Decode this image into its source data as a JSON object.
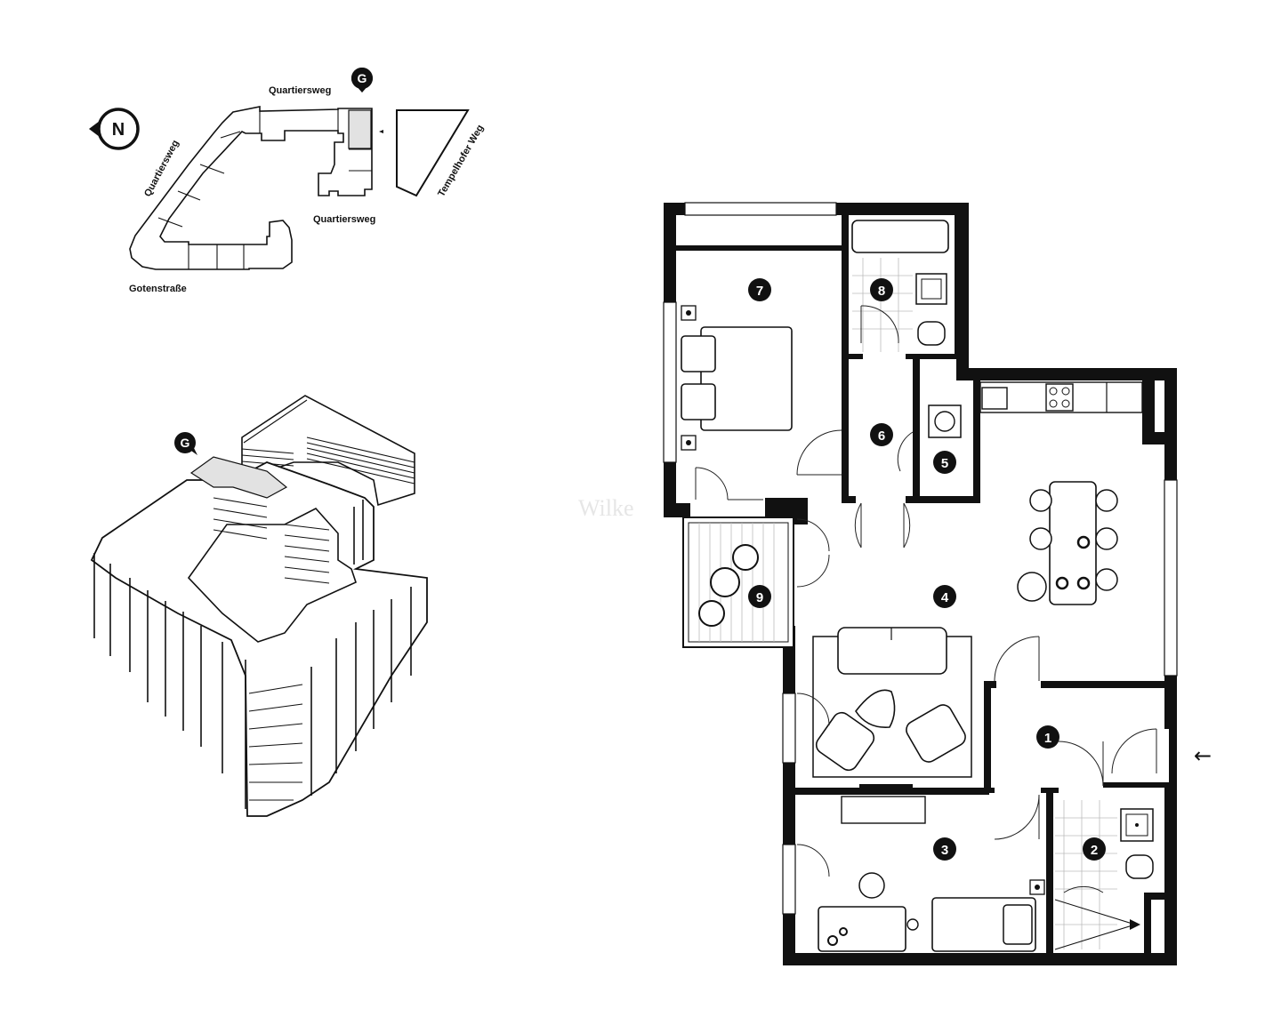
{
  "site_plan": {
    "streets": {
      "top": "Quartiersweg",
      "left": "Quartiersweg",
      "inner": "Quartiersweg",
      "bottom": "Gotenstraße",
      "right": "Tempelhofer Weg"
    },
    "compass_letter": "N",
    "marker_letter": "G"
  },
  "axonometric": {
    "marker_letter": "G"
  },
  "floor_plan": {
    "rooms": [
      {
        "label": "1"
      },
      {
        "label": "2"
      },
      {
        "label": "3"
      },
      {
        "label": "4"
      },
      {
        "label": "5"
      },
      {
        "label": "6"
      },
      {
        "label": "7"
      },
      {
        "label": "8"
      },
      {
        "label": "9"
      }
    ],
    "watermark": "Wilke",
    "entrance_arrow": "←"
  },
  "colors": {
    "highlight": "#e2e2e2",
    "ink": "#111111"
  }
}
